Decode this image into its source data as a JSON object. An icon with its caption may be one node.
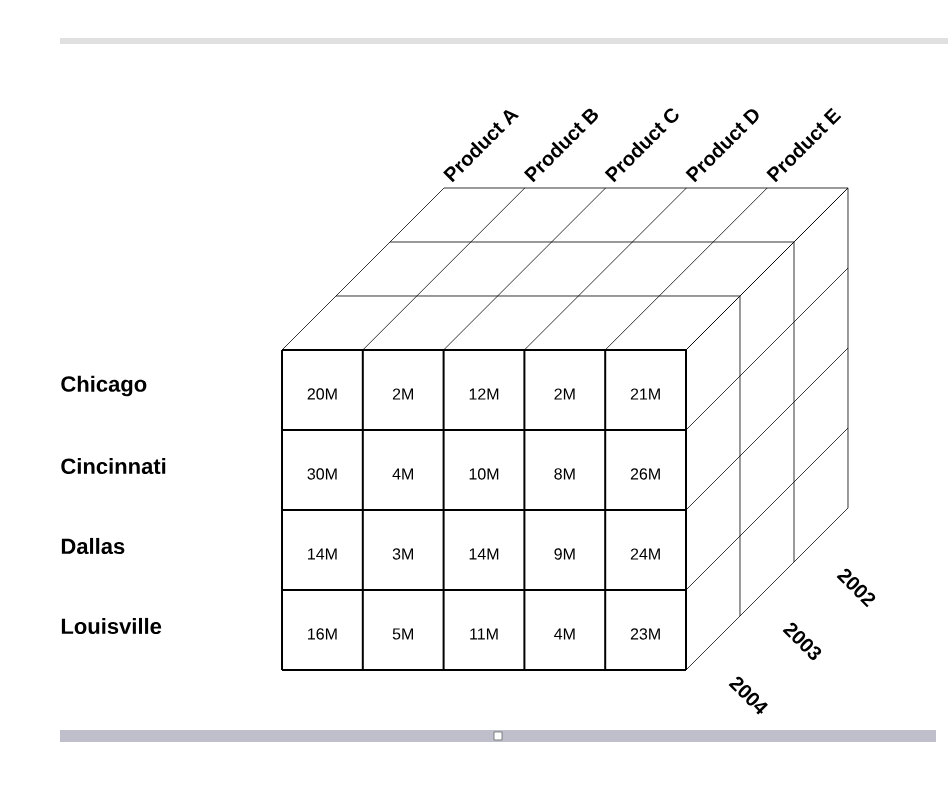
{
  "diagram": {
    "labels": [
      "Product A",
      "Product B",
      "Product C",
      "Product D",
      "Product E",
      "Chicago",
      "20M",
      "2M",
      "12M",
      "2M",
      "21M",
      "Cincinnati",
      "30M",
      "4M",
      "10M",
      "8M",
      "26M",
      "Dallas",
      "14M",
      "3M",
      "14M",
      "9M",
      "24M",
      "Louisville",
      "16M",
      "5M",
      "11M",
      "4M",
      "23M",
      "2002",
      "2003",
      "2004"
    ]
  }
}
